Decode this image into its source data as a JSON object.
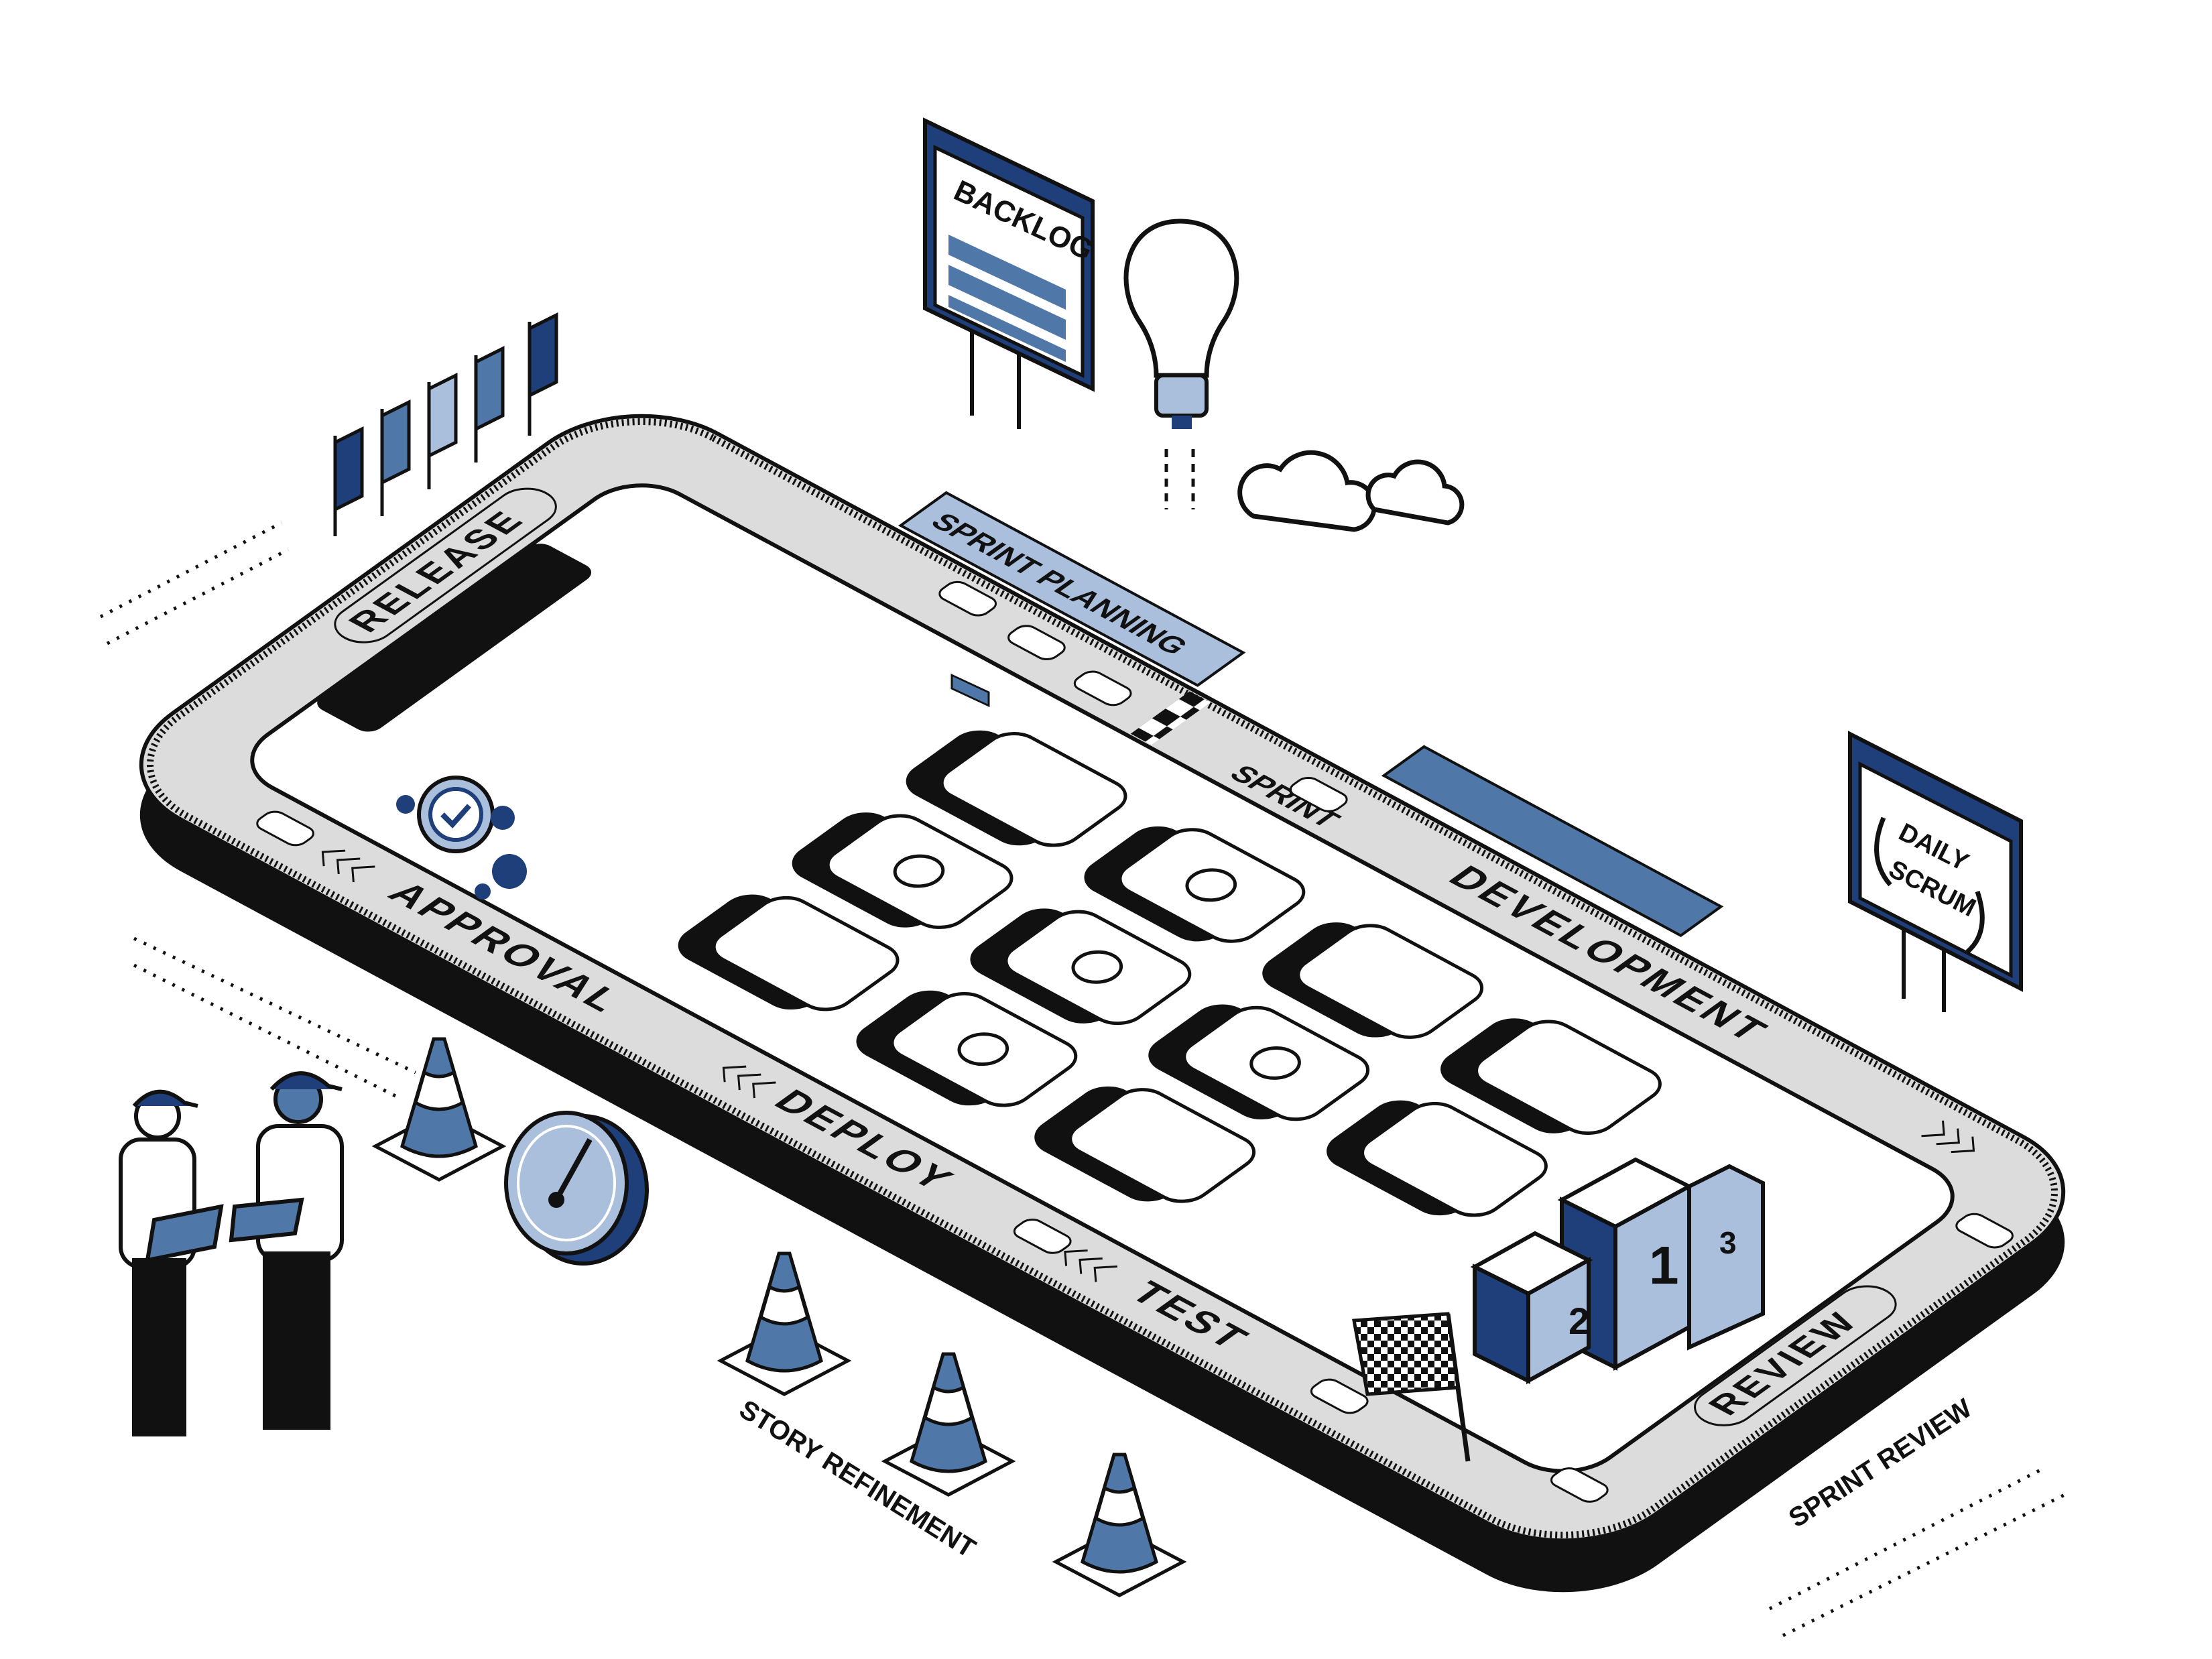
{
  "colors": {
    "navy": "#1f3f7a",
    "mid_blue": "#4f78a8",
    "light_blue": "#a9bfdc",
    "track_gray": "#dcdcdc",
    "ink": "#111111"
  },
  "signs": {
    "backlog": "BACKLOG",
    "daily_scrum_line1": "DAILY",
    "daily_scrum_line2": "SCRUM",
    "sprint_planning": "SPRINT PLANNING"
  },
  "track": {
    "release": "RELEASE",
    "sprint": "SPRINT",
    "development": "DEVELOPMENT",
    "approval": "APPROVAL",
    "deploy": "DEPLOY",
    "test": "TEST",
    "review": "REVIEW"
  },
  "ground": {
    "story_refinement": "STORY REFINEMENT",
    "sprint_review": "SPRINT REVIEW"
  },
  "podium": {
    "first": "1",
    "second": "2",
    "third": "3"
  },
  "icons": [
    "music-icon",
    "send-icon",
    "mail-icon",
    "gear-icon",
    "phone-icon",
    "check-icon"
  ]
}
